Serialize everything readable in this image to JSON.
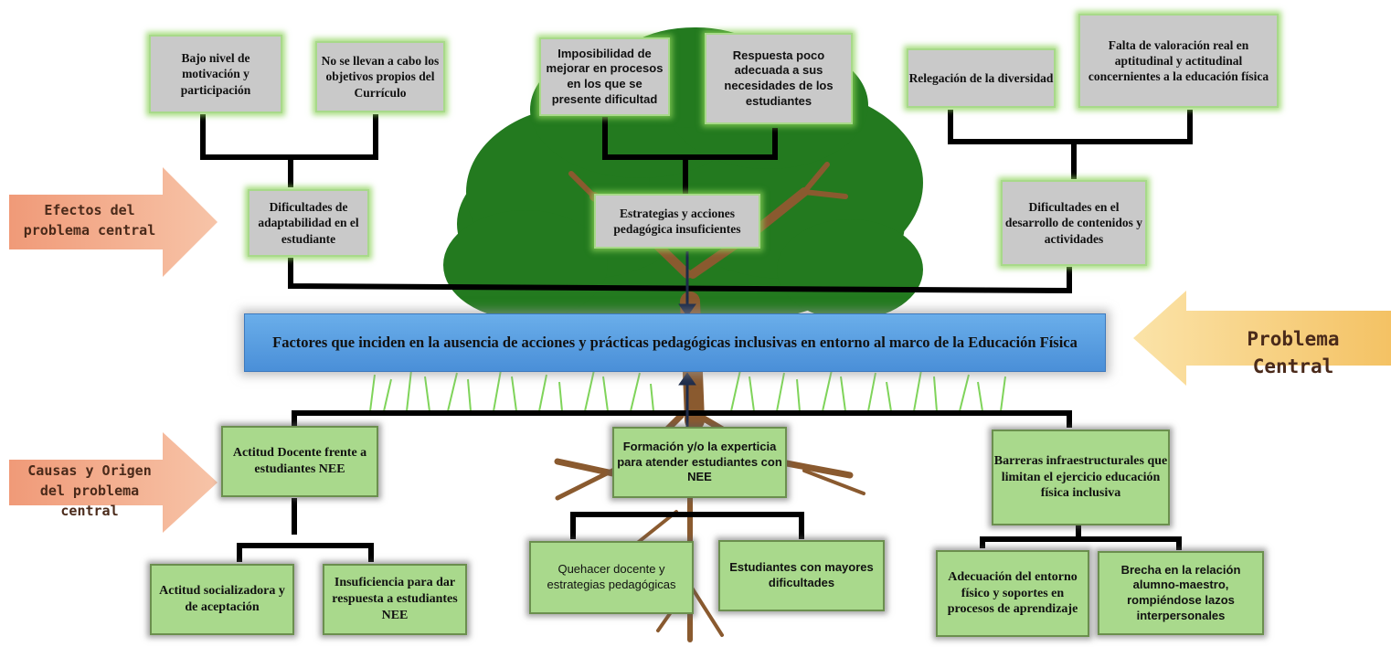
{
  "effects_label": "Efectos del problema central",
  "causes_label": "Causas y Origen del problema central",
  "central_label": "Problema Central",
  "central_problem": "Factores que inciden en la ausencia de acciones y prácticas pedagógicas inclusivas en  entorno al marco de la Educación Física",
  "effects": {
    "left": {
      "title": "Dificultades de adaptabilidad en el estudiante",
      "children": [
        "Bajo nivel de motivación y participación",
        "No se llevan a cabo los objetivos propios del Currículo"
      ]
    },
    "middle": {
      "title": "Estrategias y acciones pedagógica insuficientes",
      "children": [
        "Imposibilidad de mejorar en procesos en los que se presente dificultad",
        "Respuesta poco adecuada a sus necesidades de los estudiantes"
      ]
    },
    "right": {
      "title": "Dificultades en el desarrollo de contenidos y actividades",
      "children": [
        "Relegación de la diversidad",
        "Falta de valoración real en aptitudinal y actitudinal concernientes a la educación física"
      ]
    }
  },
  "causes": {
    "left": {
      "title": "Actitud Docente frente a estudiantes NEE",
      "children": [
        "Actitud socializadora y de aceptación",
        "Insuficiencia para dar respuesta a estudiantes NEE"
      ]
    },
    "middle": {
      "title": "Formación y/o la experticia para atender estudiantes con NEE",
      "children": [
        "Quehacer docente y estrategias pedagógicas",
        "Estudiantes con mayores dificultades"
      ]
    },
    "right": {
      "title": "Barreras infraestructurales que limitan el ejercicio educación física inclusiva",
      "children": [
        "Adecuación del entorno físico y soportes en procesos de aprendizaje",
        "Brecha en la relación alumno-maestro, rompiéndose lazos interpersonales"
      ]
    }
  }
}
